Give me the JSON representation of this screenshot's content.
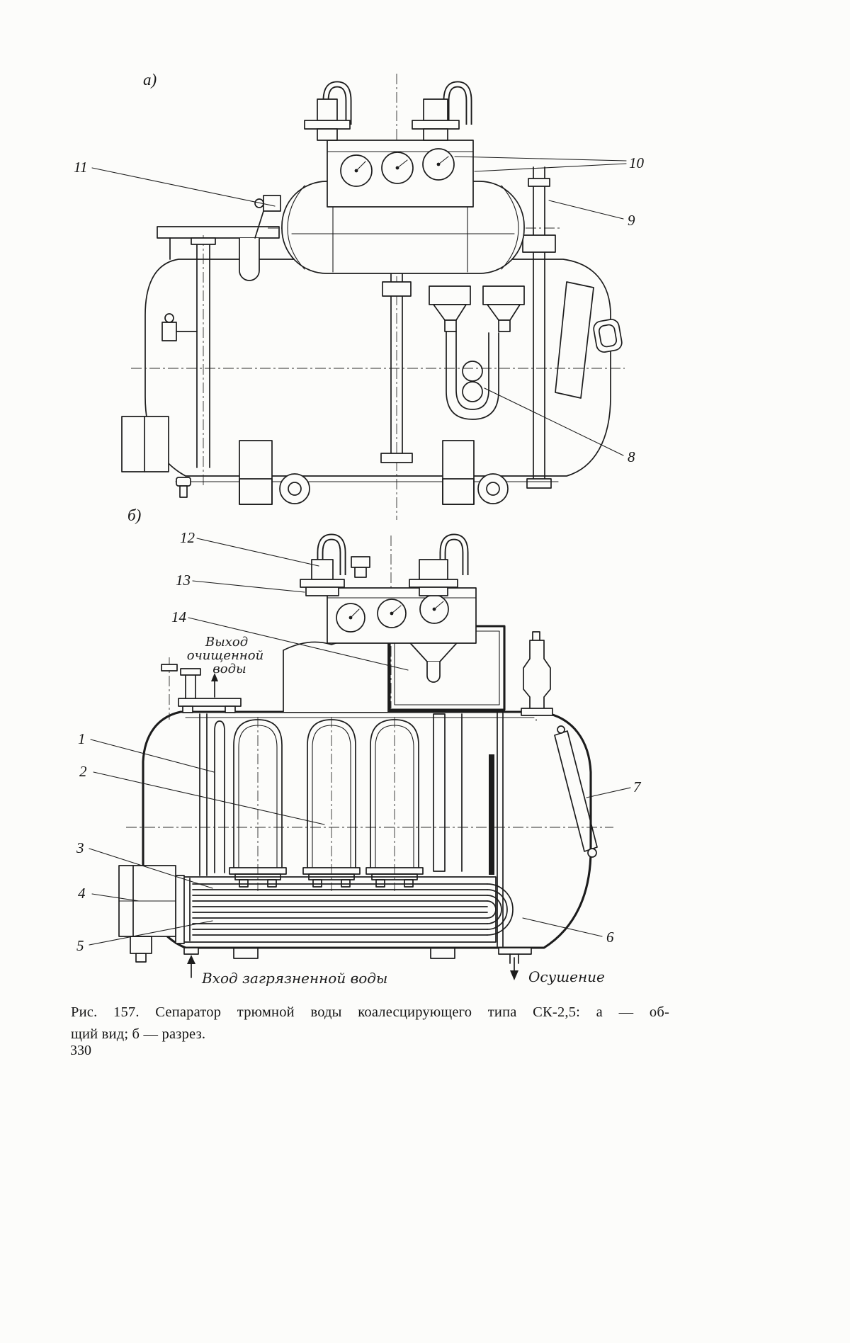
{
  "page": {
    "caption_line1": "Рис. 157. Сепаратор трюмной воды коалесцирующего типа СК-2,5: а — об-",
    "caption_line2": "щий вид; б — разрез.",
    "page_number": "330"
  },
  "figure_a": {
    "label": "а)",
    "callouts": {
      "c8": "8",
      "c9": "9",
      "c10": "10",
      "c11": "11"
    }
  },
  "figure_b": {
    "label": "б)",
    "callouts": {
      "c1": "1",
      "c2": "2",
      "c3": "3",
      "c4": "4",
      "c5": "5",
      "c6": "6",
      "c7": "7",
      "c12": "12",
      "c13": "13",
      "c14": "14"
    },
    "annotations": {
      "outlet_line1": "Выход",
      "outlet_line2": "очищенной",
      "outlet_line3": "воды",
      "inlet": "Вход загрязненной воды",
      "drain": "Осушение"
    }
  }
}
